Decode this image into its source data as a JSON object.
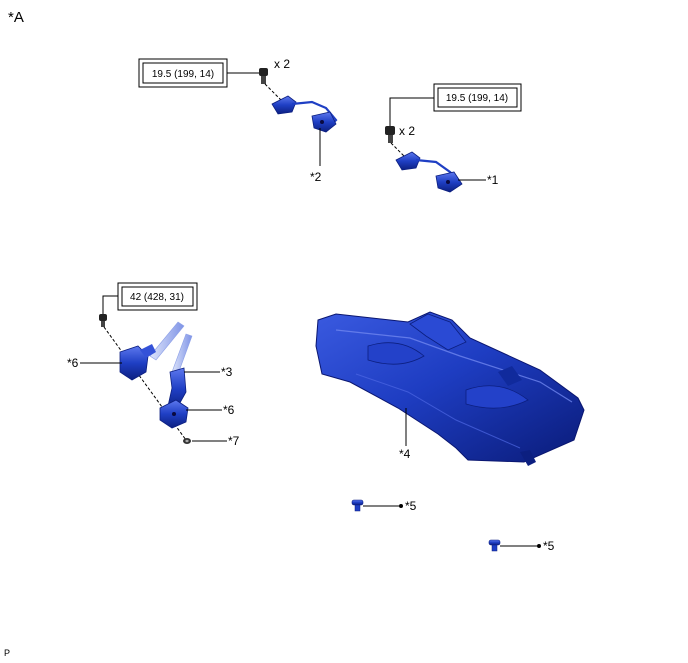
{
  "figure_label": "*A",
  "page_marker": "P",
  "colors": {
    "part": "#1f3fc4",
    "part_dark": "#0c1f80",
    "part_light": "#5d78ee",
    "line": "#000000"
  },
  "torque_specs": [
    {
      "value": "19.5 (199, 14)"
    },
    {
      "value": "19.5 (199, 14)"
    },
    {
      "value": "42 (428, 31)"
    }
  ],
  "quantities": {
    "bolt_left": "x 2",
    "bolt_right": "x 2"
  },
  "callouts": [
    "*1",
    "*2",
    "*3",
    "*4",
    "*5",
    "*5",
    "*6",
    "*6",
    "*7"
  ]
}
